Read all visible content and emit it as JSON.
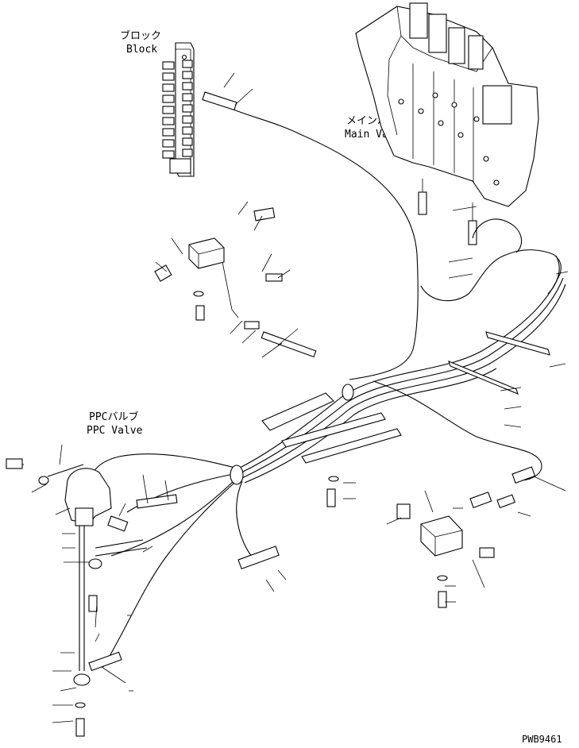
{
  "labels": {
    "block_jp": "ブロック",
    "block_en": "Block",
    "main_valve_jp": "メインバルブ",
    "main_valve_en": "Main Valve",
    "ppc_valve_jp": "PPCバルブ",
    "ppc_valve_en": "PPC Valve",
    "drawing_code": "PWB9461"
  }
}
